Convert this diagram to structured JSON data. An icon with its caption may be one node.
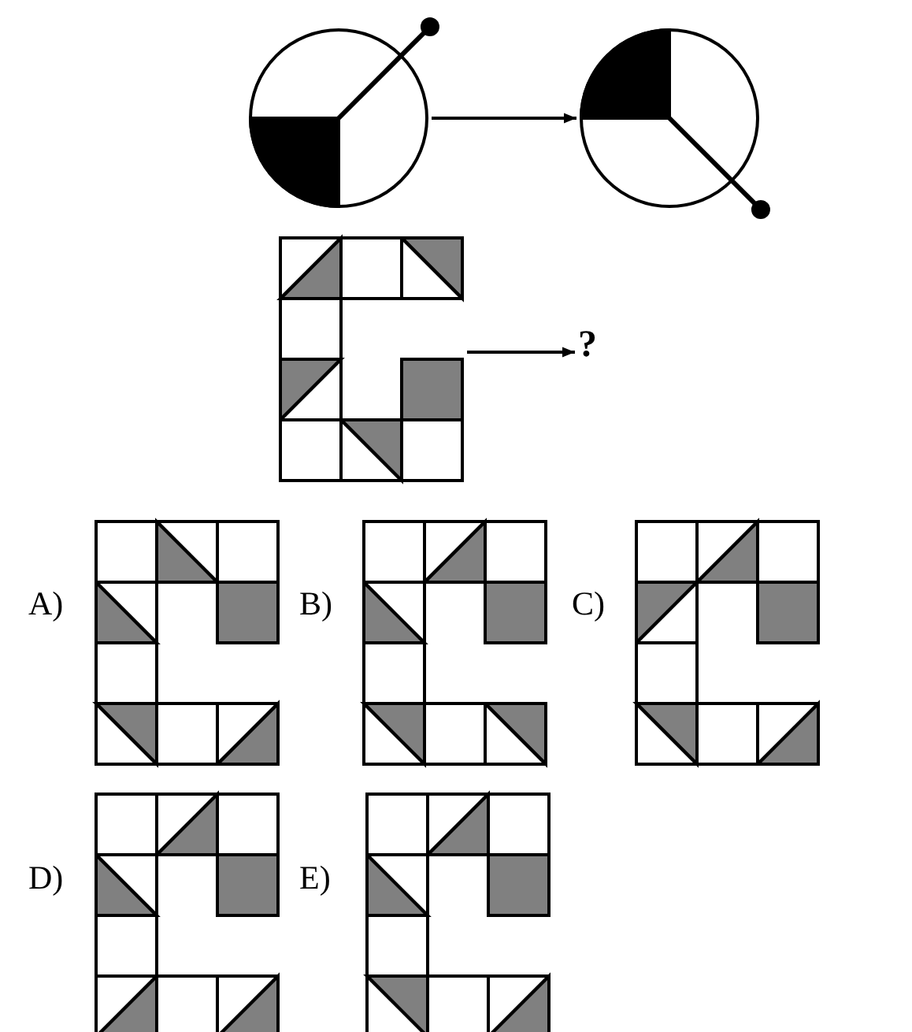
{
  "diagram": {
    "nodes": [
      {
        "text": [],
        "shape": "circle"
      },
      {
        "text": [],
        "shape": "circle"
      },
      {
        "text": [],
        "shape": "grid"
      },
      {
        "text": [
          "?"
        ]
      }
    ],
    "edges": [
      {
        "from": 0,
        "to": 1,
        "arrow": "to"
      },
      {
        "from": 2,
        "to": 3,
        "arrow": "to"
      }
    ],
    "labels": [
      "A)",
      "B)",
      "C)",
      "D)",
      "E)"
    ]
  }
}
